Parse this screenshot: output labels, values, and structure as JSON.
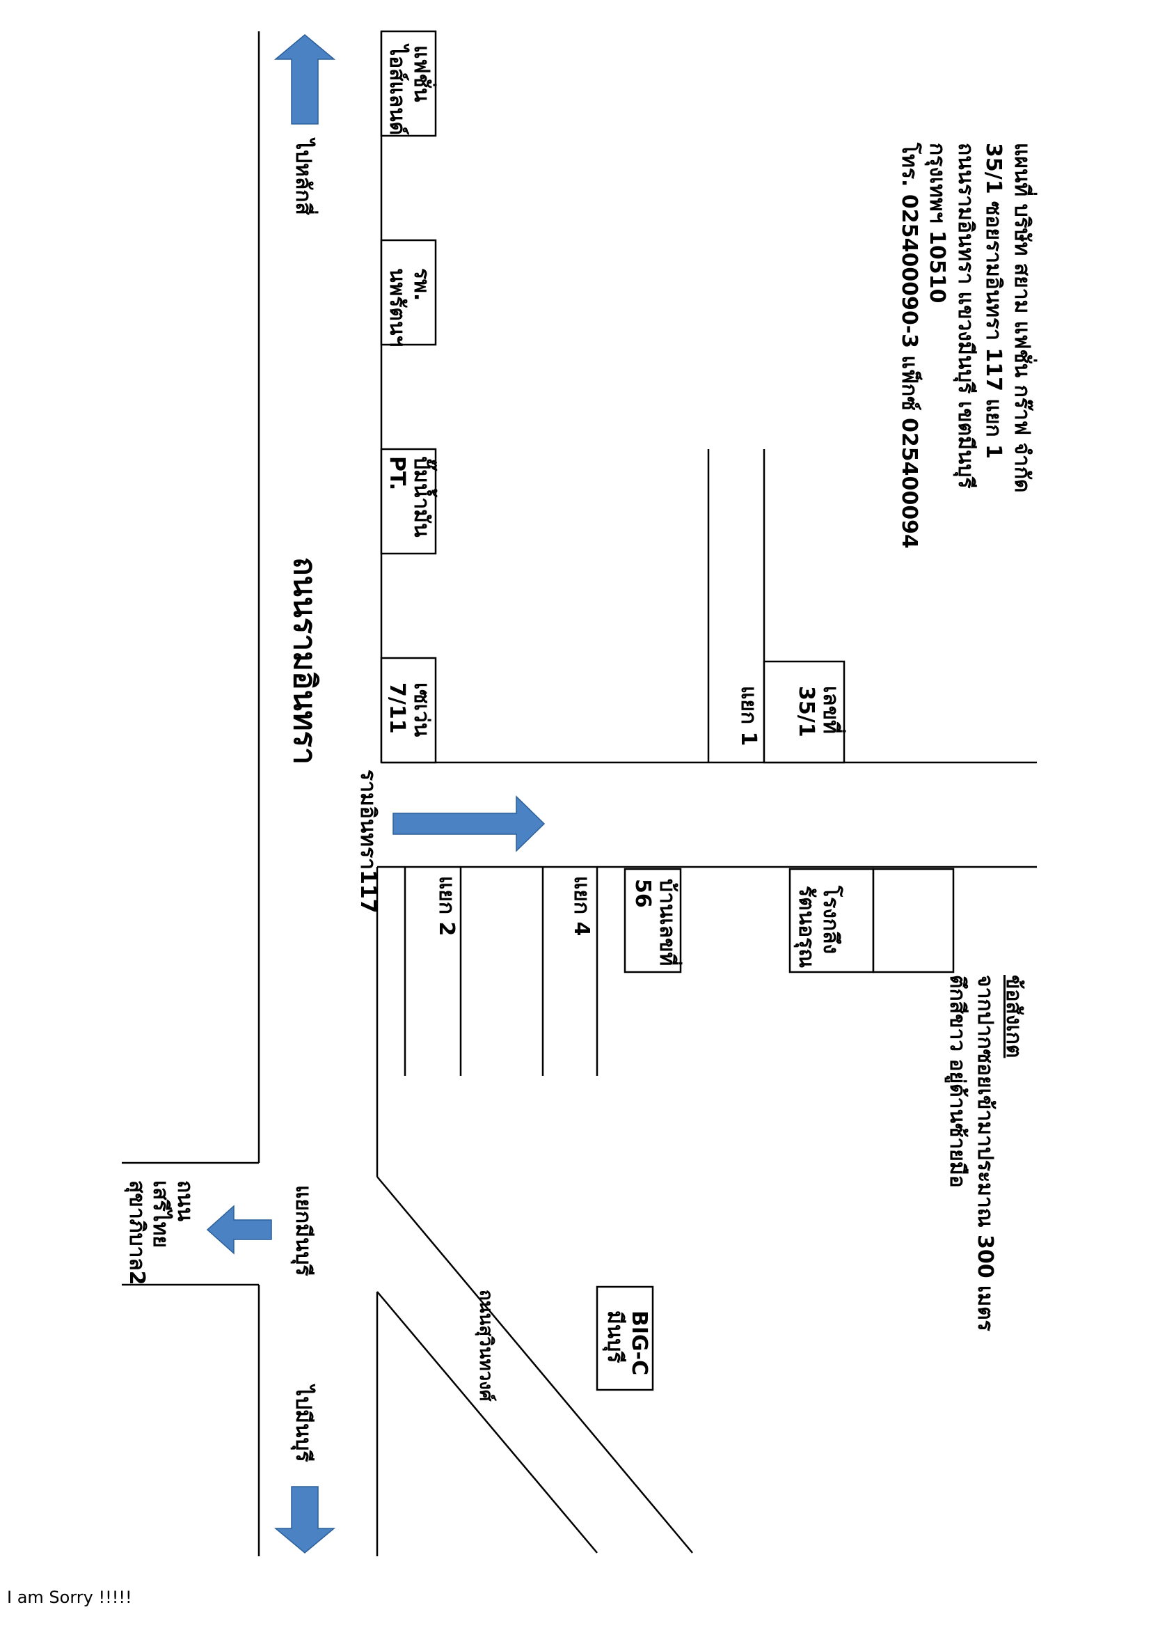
{
  "header": {
    "line1": "แผนที่ บริษัท สยาม แฟชั่น กร๊าฟ จำกัด",
    "line2": "35/1 ซอยรามอินทรา 117 แยก 1",
    "line3": "ถนนรามอินทรา  แขวงมีนบุรี เขตมีนบุรี",
    "line4": "กรุงเทพฯ  10510",
    "line5": "โทร. 025400090-3  แฟ็กซ์ 025400094"
  },
  "note": {
    "title": "ข้อสังเกต",
    "line1": "จากปากซอยเข้ามาประมาณ 300 เมตร",
    "line2": "ตึกสีขาว อยู่ด้านซ้ายมือ"
  },
  "landmarks": {
    "fashion_island_1": "แฟชั่น",
    "fashion_island_2": "ไอส์แลนด์",
    "hospital_1": "รพ.",
    "hospital_2": "นพรัตนฯ",
    "gas_1": "ปั๊มน้ำมัน",
    "gas_2": "PT.",
    "seven_1": "เซเว่น",
    "seven_2": "7/11",
    "house351_1": "เลขที่",
    "house351_2": "35/1",
    "house56_1": "บ้านเลขที่",
    "house56_2": "56",
    "factory_1": "โรงกลึง",
    "factory_2": "รัตนอรุณ",
    "bigc_1": "BIG-C",
    "bigc_2": "มีนบุรี"
  },
  "roads": {
    "main_road": "ถนนรามอินทรา",
    "soi_117": "รามอินทรา117",
    "junction_1": "แยก 1",
    "junction_2": "แยก 2",
    "junction_4": "แยก 4",
    "suwinthawong": "ถนนสุวินทวงศ์",
    "minburi_junction": "แยกมีนบุรี",
    "seri_thai_1": "ถนน",
    "seri_thai_2": "เสรีไทย",
    "seri_thai_3": "สุขาภิบาล2"
  },
  "directions": {
    "to_laksi": "ไปหลักสี่",
    "to_minburi": "ไปมีนบุรี"
  },
  "footer": "I am Sorry !!!!!",
  "colors": {
    "arrow": "#4a82c4",
    "line": "#000000"
  }
}
